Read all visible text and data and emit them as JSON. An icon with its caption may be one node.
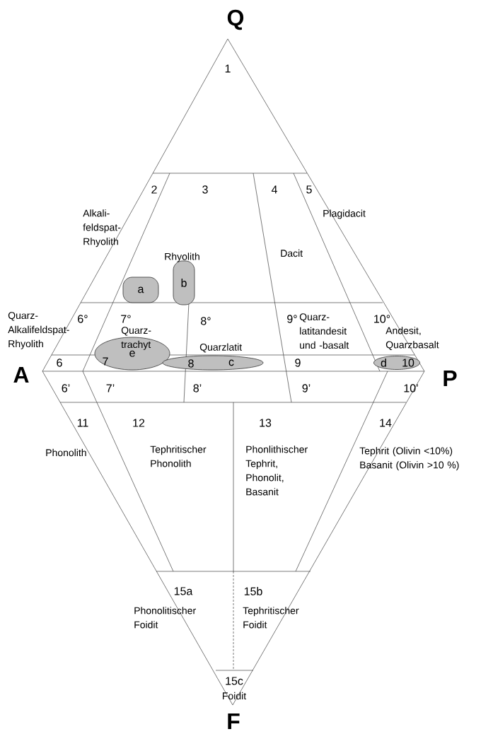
{
  "diagram": {
    "nodes": [
      {
        "text": [
          "a"
        ]
      },
      {
        "text": [
          "b"
        ]
      },
      {
        "text": [
          "e"
        ]
      },
      {
        "text": [
          "c"
        ]
      },
      {
        "text": [
          "d"
        ]
      }
    ],
    "labels": [
      "Q",
      "1",
      "2",
      "3",
      "4",
      "5",
      "Alkali- feldspat- Rhyolith",
      "Plagidacit",
      "Rhyolith",
      "Dacit",
      "Quarz- Alkalifeldspat- Rhyolith",
      "6°",
      "7°",
      "8°",
      "9°",
      "Quarz- latitandesit und -basalt",
      "10°",
      "Quarz- trachyt",
      "Quarzlatit",
      "Andesit, Quarzbasalt",
      "A",
      "6",
      "7",
      "8",
      "9",
      "10",
      "P",
      "6’",
      "7’",
      "8’",
      "9’",
      "10’",
      "11",
      "12",
      "13",
      "14",
      "Phonolith",
      "Tephritischer Phonolith",
      "Phonlithischer Tephrit, Phonolit, Basanit",
      "Tephrit (Olivin <10%) Basanit (Olivin >10 %)",
      "15a",
      "15b",
      "Phonolitischer Foidit",
      "Tephritischer Foidit",
      "15c",
      "Foidit",
      "F"
    ]
  }
}
